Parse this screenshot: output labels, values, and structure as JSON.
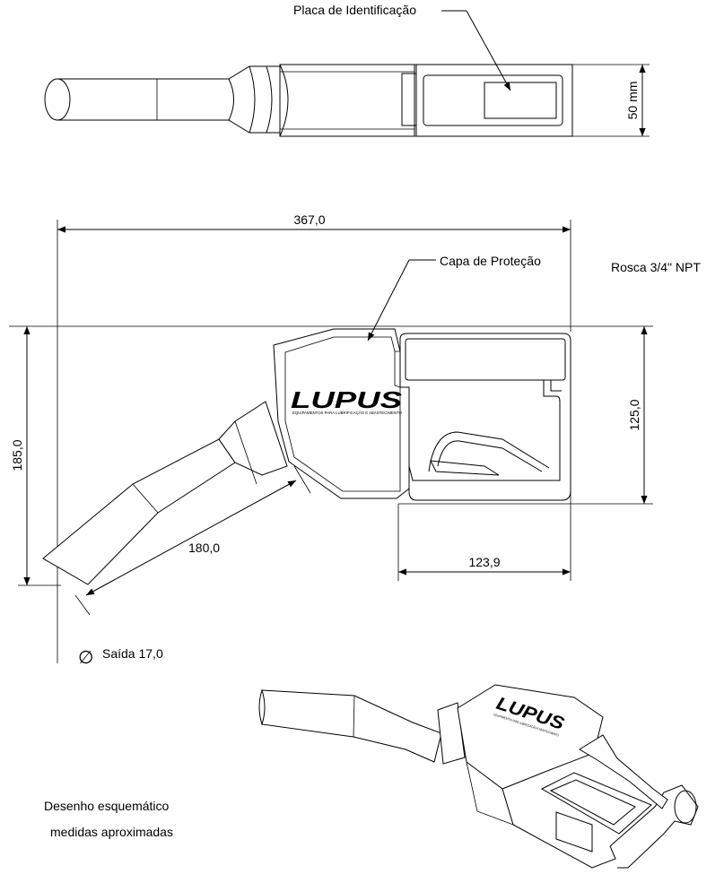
{
  "labels": {
    "id_plate": "Placa de Identificação",
    "height_top": "50 mm",
    "total_length": "367,0",
    "protection_cap": "Capa de Proteção",
    "thread": "Rosca 3/4\" NPT",
    "total_height": "185,0",
    "body_height": "125,0",
    "spout_length": "180,0",
    "body_length": "123,9",
    "outlet_symbol": "∅",
    "outlet": "Saída 17,0",
    "note_line1": "Desenho esquemático",
    "note_line2": "medidas aproximadas"
  },
  "brand": {
    "name": "LUPUS",
    "tagline": "EQUIPAMENTOS PARA LUBRIFICAÇÃO E ABASTECIMENTO"
  }
}
